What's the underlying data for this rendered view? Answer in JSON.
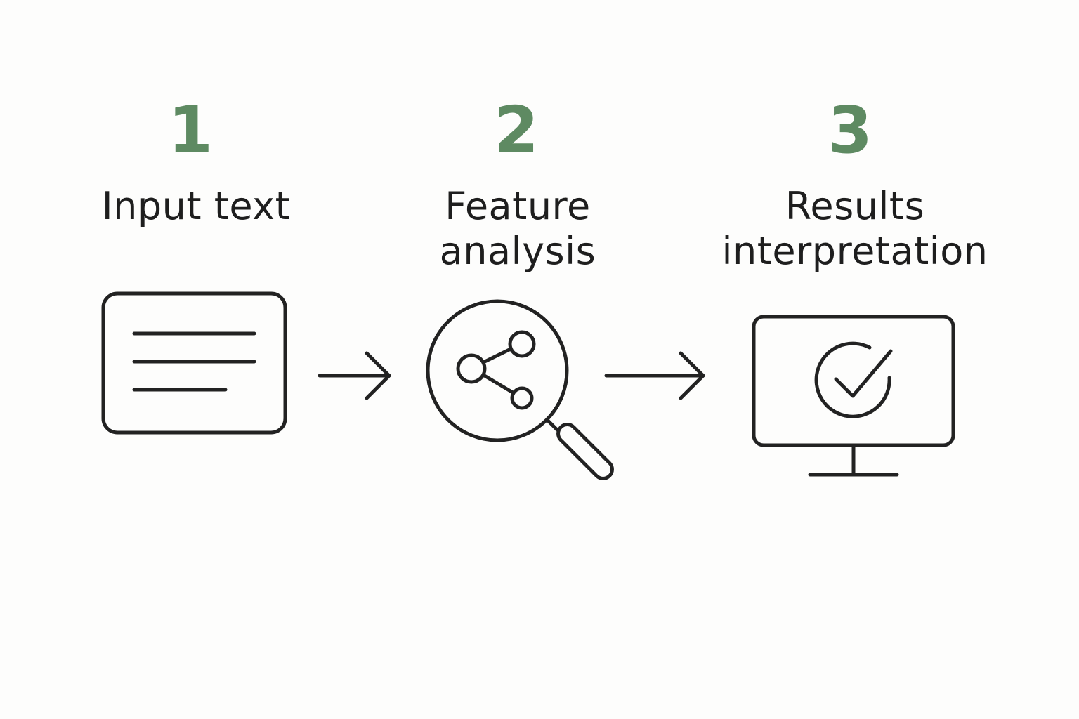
{
  "colors": {
    "background": "#fdfdfc",
    "number": "#5e8a62",
    "text": "#1e1e1e",
    "stroke": "#222222"
  },
  "steps": [
    {
      "number": "1",
      "title_lines": [
        "Input text"
      ],
      "icon": "text-document-icon"
    },
    {
      "number": "2",
      "title_lines": [
        "Feature",
        "analysis"
      ],
      "icon": "magnifier-network-icon"
    },
    {
      "number": "3",
      "title_lines": [
        "Results",
        "interpretation"
      ],
      "icon": "monitor-checkmark-icon"
    }
  ],
  "connectors": [
    "right-arrow-icon",
    "right-arrow-icon"
  ]
}
